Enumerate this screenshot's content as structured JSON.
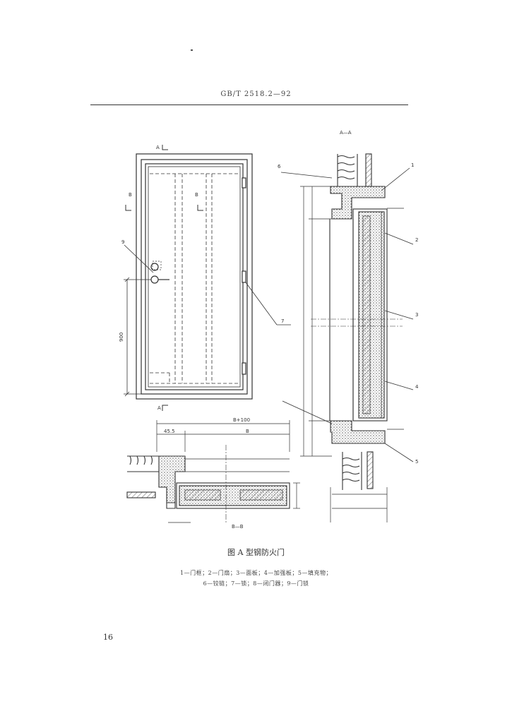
{
  "header": {
    "standard_number": "GB/T 2518.2—92"
  },
  "section_label": "A—A",
  "cut_markers": {
    "top": "A",
    "bottom": "A",
    "left": "B",
    "middle": "B"
  },
  "callouts": [
    "6",
    "9",
    "1",
    "2",
    "3",
    "4",
    "5",
    "7"
  ],
  "dimensions": {
    "handle_height": "900",
    "bottom_width": "B",
    "bottom_overall": "B+100",
    "left_offset": "45.5",
    "bottom_section_label": "B—B"
  },
  "caption": "图 A 型钢防火门",
  "legend": {
    "line1": "1—门框；2—门扇；3—面板；4—加强板；5—填充物；",
    "line2": "6—铰链；7—锁；8—闭门器；9—门锁"
  },
  "page_number": "16",
  "colors": {
    "ink": "#333333",
    "hatch": "#777777",
    "paper": "#ffffff"
  }
}
